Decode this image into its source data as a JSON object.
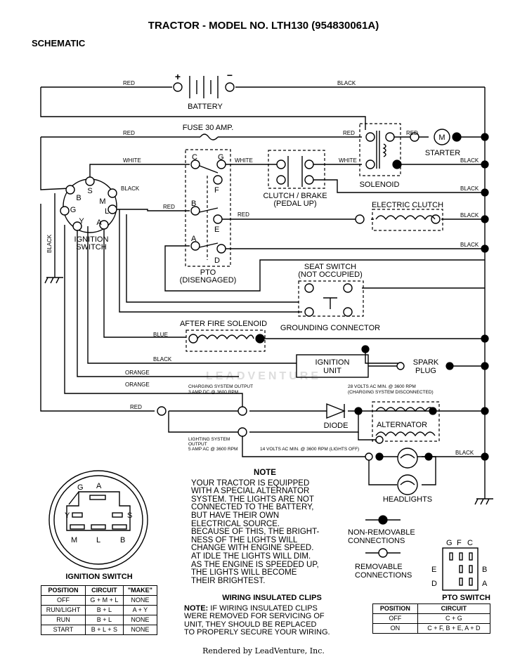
{
  "title": "TRACTOR - MODEL NO. LTH130 (954830061A)",
  "subtitle": "SCHEMATIC",
  "components": {
    "battery": "BATTERY",
    "fuse": "FUSE 30 AMP.",
    "starter": "STARTER",
    "starter_letter": "M",
    "solenoid": "SOLENOID",
    "clutch_brake_1": "CLUTCH / BRAKE",
    "clutch_brake_2": "(PEDAL UP)",
    "electric_clutch": "ELECTRIC CLUTCH",
    "ignition_switch_1": "IGNITION",
    "ignition_switch_2": "SWITCH",
    "pto_1": "PTO",
    "pto_2": "(DISENGAGED)",
    "seat_switch_1": "SEAT SWITCH",
    "seat_switch_2": "(NOT OCCUPIED)",
    "grounding_connector": "GROUNDING CONNECTOR",
    "after_fire": "AFTER FIRE SOLENOID",
    "ignition_unit_1": "IGNITION",
    "ignition_unit_2": "UNIT",
    "spark_plug_1": "SPARK",
    "spark_plug_2": "PLUG",
    "diode": "DIODE",
    "alternator": "ALTERNATOR",
    "headlights": "HEADLIGHTS",
    "watermark": "LEADVENTURE"
  },
  "wire_labels": {
    "red": "RED",
    "black": "BLACK",
    "white": "WHITE",
    "blue": "BLUE",
    "orange": "ORANGE"
  },
  "terminals": {
    "c": "C",
    "g": "G",
    "f": "F",
    "b": "B",
    "e": "E",
    "a": "A",
    "d": "D",
    "s": "S",
    "m": "M",
    "l": "L",
    "y": "Y"
  },
  "charging": {
    "output_1": "CHARGING SYSTEM OUTPUT",
    "output_2": "3 AMP DC @ 3600 RPM",
    "volts_1": "28 VOLTS AC MIN. @ 3600 RPM",
    "volts_2": "(CHARGING SYSTEM DISCONNECTED)",
    "lighting_1": "LIGHTING SYSTEM",
    "lighting_2": "OUTPUT",
    "lighting_3": "5 AMP AC @ 3600 RPM",
    "lights_off": "14 VOLTS AC MIN. @ 3600 RPM (LIGHTS OFF)"
  },
  "note": {
    "title": "NOTE",
    "lines": [
      "YOUR TRACTOR IS EQUIPPED",
      "WITH A SPECIAL ALTERNATOR",
      "SYSTEM.  THE LIGHTS ARE NOT",
      "CONNECTED TO  THE BATTERY,",
      "BUT HAVE THEIR OWN",
      "ELECTRICAL SOURCE.",
      "BECAUSE OF THIS, THE BRIGHT-",
      "NESS OF THE LIGHTS WILL",
      "CHANGE WITH ENGINE SPEED.",
      "AT IDLE THE LIGHTS WILL DIM.",
      "AS THE ENGINE IS SPEEDED UP,",
      "THE LIGHTS WILL BECOME",
      "THEIR BRIGHTEST."
    ]
  },
  "legend": {
    "non_removable_1": "NON-REMOVABLE",
    "non_removable_2": "CONNECTIONS",
    "removable_1": "REMOVABLE",
    "removable_2": "CONNECTIONS"
  },
  "clips": {
    "title": "WIRING INSULATED CLIPS",
    "note_label": "NOTE:",
    "line1": " IF WIRING INSULATED CLIPS",
    "line2": "WERE REMOVED FOR SERVICING OF",
    "line3": "UNIT, THEY SHOULD BE REPLACED",
    "line4": "TO PROPERLY SECURE YOUR WIRING."
  },
  "ignition_table": {
    "title": "IGNITION SWITCH",
    "headers": [
      "POSITION",
      "CIRCUIT",
      "\"MAKE\""
    ],
    "rows": [
      [
        "OFF",
        "G + M + L",
        "NONE"
      ],
      [
        "RUN/LIGHT",
        "B + L",
        "A + Y"
      ],
      [
        "RUN",
        "B + L",
        "NONE"
      ],
      [
        "START",
        "B + L + S",
        "NONE"
      ]
    ],
    "face_letters": {
      "g": "G",
      "a": "A",
      "y": "Y",
      "s": "S",
      "m": "M",
      "l": "L",
      "b": "B"
    }
  },
  "pto_table": {
    "title": "PTO SWITCH",
    "headers": [
      "POSITION",
      "CIRCUIT"
    ],
    "rows": [
      [
        "OFF",
        "C + G"
      ],
      [
        "ON",
        "C + F, B + E, A + D"
      ]
    ],
    "face_letters": {
      "g": "G",
      "f": "F",
      "c": "C",
      "e": "E",
      "b": "B",
      "d": "D",
      "a": "A"
    }
  },
  "footer": "Rendered by LeadVenture, Inc."
}
